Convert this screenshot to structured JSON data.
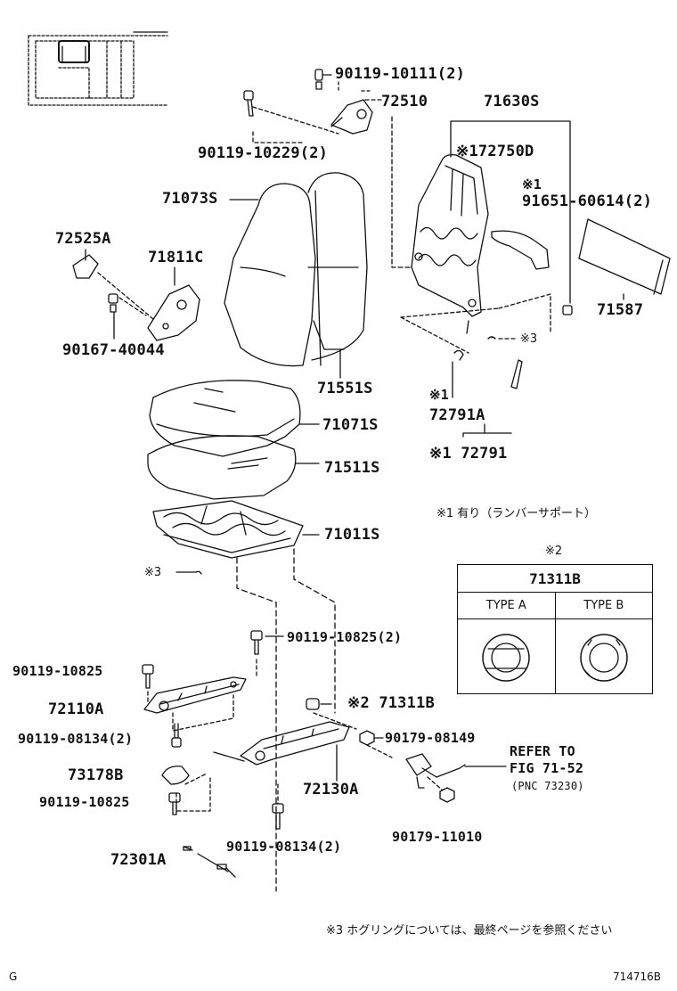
{
  "parts": {
    "p90119_10111": "90119-10111(2)",
    "p72510": "72510",
    "p71630s": "71630S",
    "p90119_10229": "90119-10229(2)",
    "p172750d": "※172750D",
    "p71073s": "71073S",
    "mark1a": "※1",
    "p91651": "91651-60614(2)",
    "p72525a": "72525A",
    "p71811c": "71811C",
    "p71587": "71587",
    "p90167": "90167-40044",
    "mark3a": "※3",
    "p71551s": "71551S",
    "mark1b": "※1",
    "p72791a": "72791A",
    "p71071s": "71071S",
    "p72791": "※1 72791",
    "p71511s": "71511S",
    "p71011s": "71011S",
    "mark3b": "※3",
    "p90119_10825_2": "90119-10825(2)",
    "p90119_10825_a": "90119-10825",
    "p72110a": "72110A",
    "p71311b": "※2 71311B",
    "p90119_08134_a": "90119-08134(2)",
    "p90179_08149": "90179-08149",
    "p73178b": "73178B",
    "p72130a": "72130A",
    "p90119_10825_b": "90119-10825",
    "p90119_08134_b": "90119-08134(2)",
    "p90179_11010": "90179-11010",
    "p72301a": "72301A"
  },
  "refer": {
    "line1": "REFER TO",
    "line2": "FIG 71-52",
    "line3": "(PNC 73230)"
  },
  "notes": {
    "lumbar": "※1 有り（ランバーサポート）",
    "mark2": "※2",
    "hog_ring": "※3  ホグリングについては、最終ページを参照ください",
    "corner_left": "G",
    "corner_right": "714716B"
  },
  "table": {
    "title": "71311B",
    "type_a": "TYPE A",
    "type_b": "TYPE B"
  }
}
